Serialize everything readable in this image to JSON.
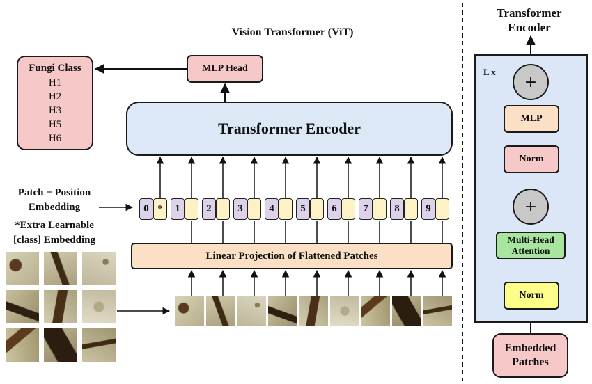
{
  "titles": {
    "vit": "Vision Transformer (ViT)",
    "encoder_line1": "Transformer",
    "encoder_line2": "Encoder"
  },
  "fungi": {
    "title": "Fungi Class",
    "classes": [
      "H1",
      "H2",
      "H3",
      "H5",
      "H6"
    ]
  },
  "main": {
    "mlp_head": "MLP Head",
    "transformer_encoder": "Transformer Encoder",
    "linear_projection": "Linear Projection of Flattened Patches",
    "tokens": [
      "0",
      "1",
      "2",
      "3",
      "4",
      "5",
      "6",
      "7",
      "8",
      "9"
    ],
    "class_token_marker": "*"
  },
  "labels": {
    "patch_position_line1": "Patch + Position",
    "patch_position_line2": "Embedding",
    "extra_line1": "*Extra Learnable",
    "extra_line2": "[class] Embedding"
  },
  "encoder_block": {
    "repeat": "L x",
    "plus": "+",
    "mlp": "MLP",
    "norm_top": "Norm",
    "mha_line1": "Multi-Head",
    "mha_line2": "Attention",
    "norm_bottom": "Norm",
    "input_line1": "Embedded",
    "input_line2": "Patches"
  },
  "colors": {
    "pink": "#f7c8c8",
    "blue": "#dde8f7",
    "peach": "#fbe0c6",
    "lavender": "#dcd2ea",
    "cream": "#fdf1c6",
    "green": "#a8e6a0",
    "yellow": "#fdfd8a",
    "gray": "#c8c8c8"
  }
}
